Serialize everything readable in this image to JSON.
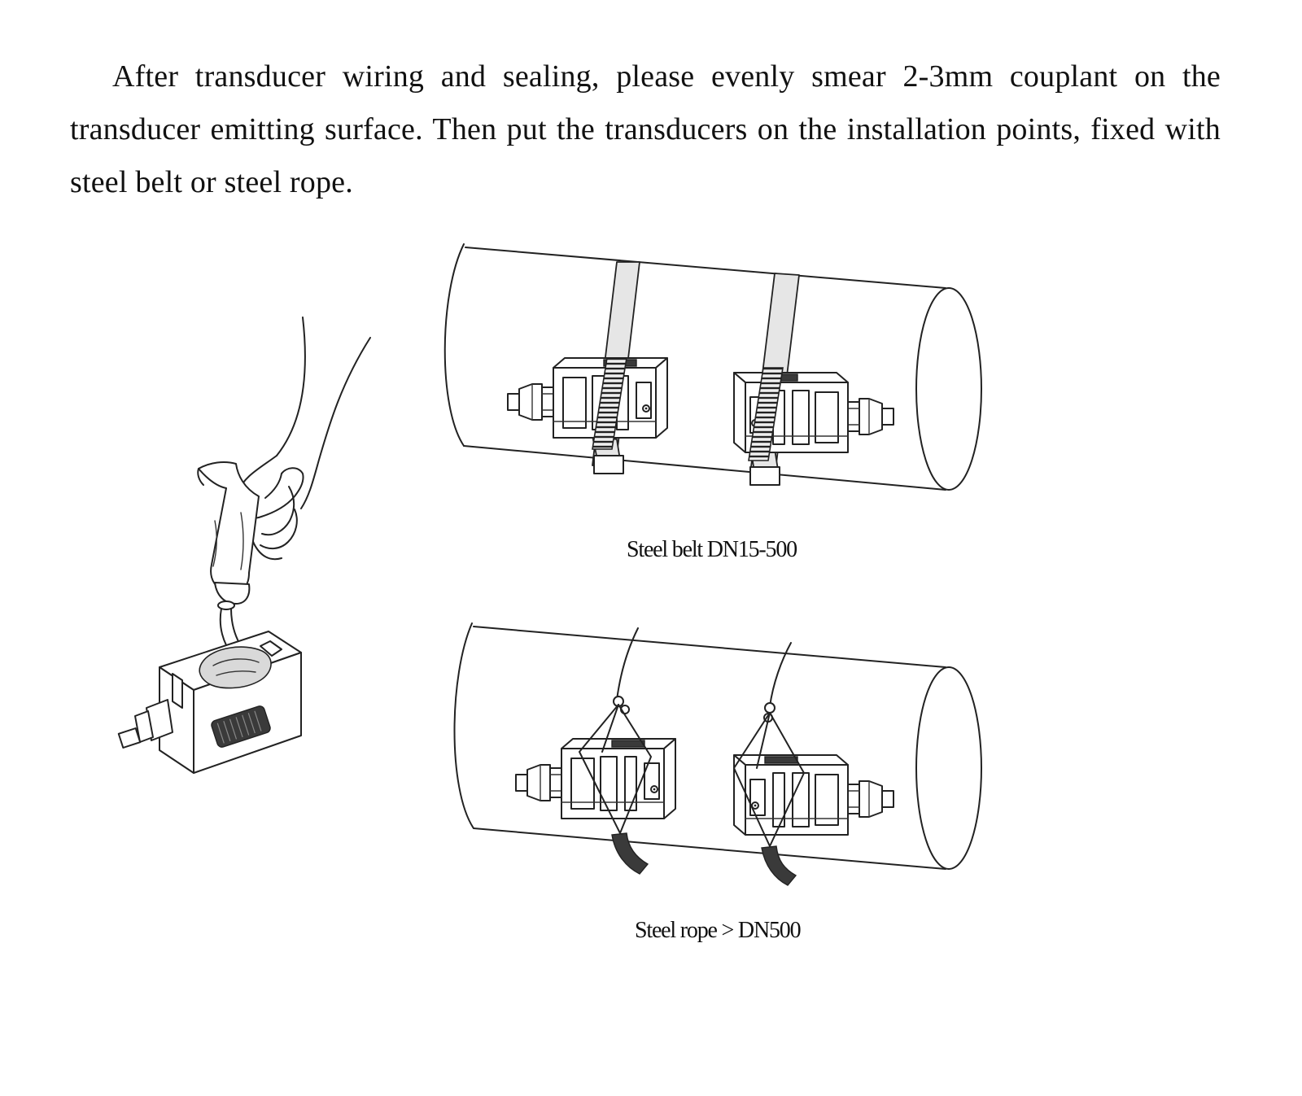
{
  "instruction": {
    "text": "After transducer wiring and sealing, please evenly smear 2-3mm couplant on the transducer emitting surface. Then put the transducers on the installation points, fixed with steel belt or steel rope."
  },
  "figures": {
    "belt": {
      "caption": "Steel belt  DN15-500"
    },
    "rope": {
      "caption": "Steel rope > DN500"
    }
  },
  "icons": {
    "hand": "hand-applying-couplant-icon",
    "transducer": "transducer-icon",
    "pipe": "pipe-icon"
  }
}
